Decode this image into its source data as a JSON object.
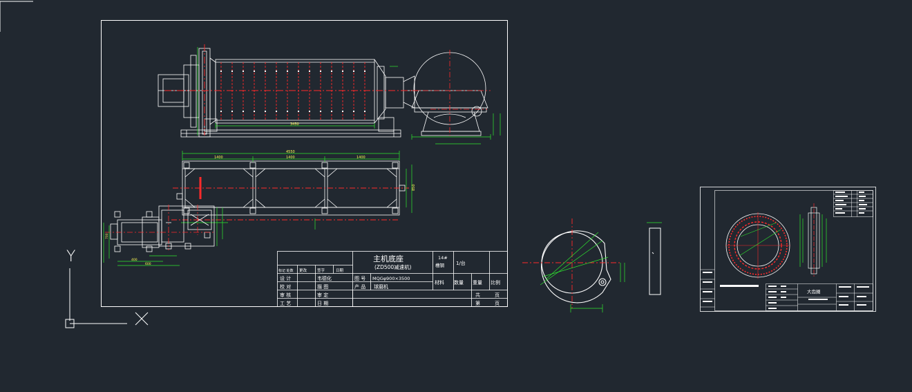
{
  "colors": {
    "background": "#212830",
    "line": "#ffffff",
    "center_line": "#ff2a2a",
    "dimension": "#2ee82e",
    "dim_text": "#ffff55"
  },
  "title_block": {
    "drawing_title": "主机底座",
    "drawing_subtitle": "(ZD500减速机)",
    "grade_line1": "14#",
    "grade_line2": "槽钢",
    "ratio": "1/台",
    "col_headers": [
      "标记 处数",
      "更改",
      "签字",
      "日期"
    ],
    "row_design_label": "设 计",
    "row_design_name": "韦德化",
    "row_check_label": "校 对",
    "row_check_name": "描 图",
    "row_review_label": "审 核",
    "row_review_name": "审 定",
    "row_process_label": "工 艺",
    "row_process_name": "日 期",
    "drawing_no_label": "图 号",
    "drawing_no": "MQGφ900×3500",
    "product_label": "产 品",
    "product": "球磨机",
    "material_label": "材料",
    "quantity_label": "数量",
    "weight_label": "重量",
    "scale_label": "比例",
    "total_sheets_label": "共",
    "sheet_label": "第",
    "page_unit": "页"
  },
  "dimensions": {
    "shell_length": "3450",
    "base_total": "4550",
    "base_seg1": "1400",
    "base_seg2": "1400",
    "base_seg3": "1400",
    "base_width": "850",
    "sub_base_width": "700",
    "sub_base_len1": "400",
    "sub_base_len2": "600"
  },
  "gear_sheet": {
    "title": "大齿圈"
  },
  "ucs": {
    "y_label": "Y"
  }
}
